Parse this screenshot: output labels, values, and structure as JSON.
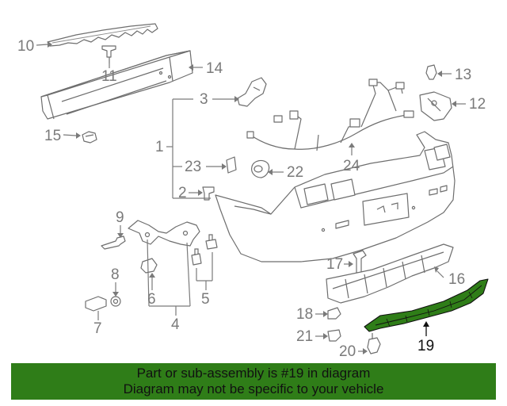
{
  "diagram": {
    "highlight_color": "#2f7d18",
    "callouts": [
      {
        "id": "c1",
        "label": "1"
      },
      {
        "id": "c2",
        "label": "2"
      },
      {
        "id": "c3",
        "label": "3"
      },
      {
        "id": "c4",
        "label": "4"
      },
      {
        "id": "c5",
        "label": "5"
      },
      {
        "id": "c6",
        "label": "6"
      },
      {
        "id": "c7",
        "label": "7"
      },
      {
        "id": "c8",
        "label": "8"
      },
      {
        "id": "c9",
        "label": "9"
      },
      {
        "id": "c10",
        "label": "10"
      },
      {
        "id": "c11",
        "label": "11"
      },
      {
        "id": "c12",
        "label": "12"
      },
      {
        "id": "c13",
        "label": "13"
      },
      {
        "id": "c14",
        "label": "14"
      },
      {
        "id": "c15",
        "label": "15"
      },
      {
        "id": "c16",
        "label": "16"
      },
      {
        "id": "c17",
        "label": "17"
      },
      {
        "id": "c18",
        "label": "18"
      },
      {
        "id": "c19",
        "label": "19"
      },
      {
        "id": "c20",
        "label": "20"
      },
      {
        "id": "c21",
        "label": "21"
      },
      {
        "id": "c22",
        "label": "22"
      },
      {
        "id": "c23",
        "label": "23"
      },
      {
        "id": "c24",
        "label": "24"
      }
    ]
  },
  "banner": {
    "line1": "Part or sub-assembly is #19 in diagram",
    "line2": "Diagram may not be specific to your vehicle"
  }
}
